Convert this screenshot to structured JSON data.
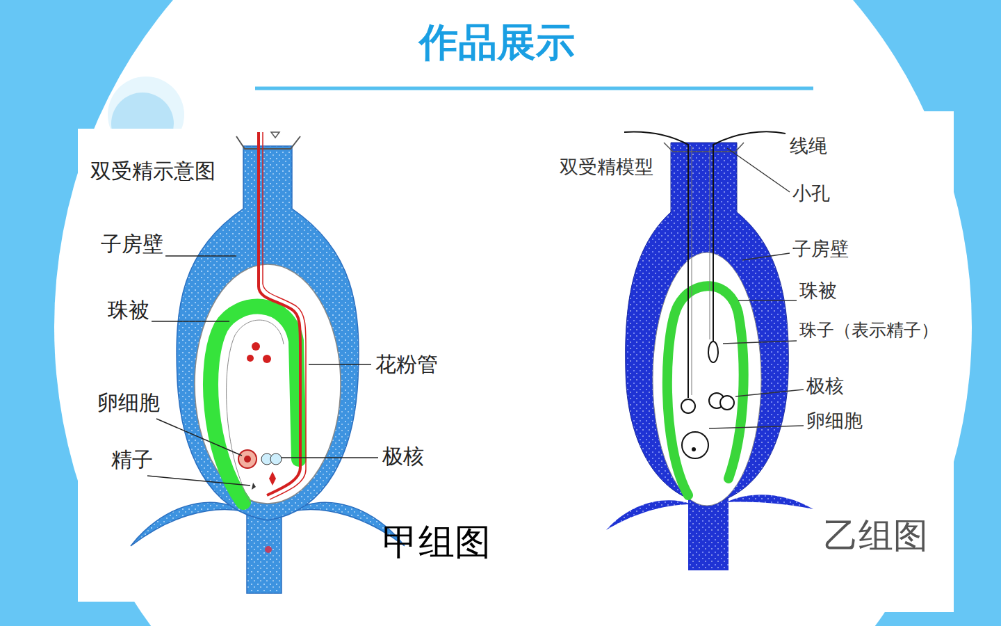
{
  "diagram": {
    "title": "作品展示",
    "labels": [
      "双受精示意图",
      "子房壁",
      "珠被",
      "花粉管",
      "卵细胞",
      "精子",
      "极核",
      "甲组图",
      "双受精模型",
      "线绳",
      "小孔",
      "子房壁",
      "珠被",
      "珠子（表示精子）",
      "极核",
      "卵细胞",
      "乙组图"
    ]
  }
}
